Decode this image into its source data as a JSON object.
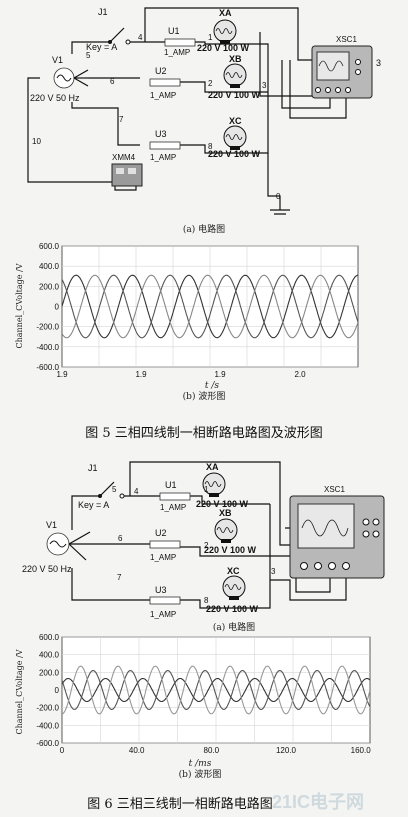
{
  "figure5": {
    "circuit": {
      "switch_label": "J1",
      "switch_key": "Key = A",
      "source_name": "V1",
      "source_rating": "220 V 50 Hz",
      "fuses": [
        "U1",
        "U2",
        "U3"
      ],
      "fuse_rating": "1_AMP",
      "lamps": [
        "XA",
        "XB",
        "XC"
      ],
      "lamp_rating": "220 V 100 W",
      "scope_name": "XSC1",
      "meter_name": "XMM4",
      "scope_pin": "3",
      "nodes": [
        "4",
        "6",
        "5",
        "1",
        "2",
        "7",
        "8",
        "3",
        "10",
        "0"
      ],
      "caption": "(a) 电路图"
    },
    "chart_data": {
      "type": "line",
      "ylabel": "Channel_CVoltage /V",
      "xlabel": "t /s",
      "yticks": [
        "600.0",
        "400.0",
        "200.0",
        "0",
        "-200.0",
        "-400.0",
        "-600.0"
      ],
      "xticks": [
        "1.9",
        "1.9",
        "1.9",
        "2.0"
      ],
      "ylim": [
        -600,
        600
      ],
      "periods": 5.25,
      "series": [
        {
          "amplitude": 310,
          "phase_deg": 0,
          "color": "#333333"
        },
        {
          "amplitude": 310,
          "phase_deg": 120,
          "color": "#555555"
        },
        {
          "amplitude": 310,
          "phase_deg": 240,
          "color": "#888888"
        }
      ],
      "caption": "(b) 波形图"
    },
    "title": "图 5   三相四线制一相断路电路图及波形图"
  },
  "figure6": {
    "circuit": {
      "switch_label": "J1",
      "switch_key": "Key = A",
      "source_name": "V1",
      "source_rating": "220 V 50 Hz",
      "fuses": [
        "U1",
        "U2",
        "U3"
      ],
      "fuse_rating": "1_AMP",
      "lamps": [
        "XA",
        "XB",
        "XC"
      ],
      "lamp_rating": "220 V 100 W",
      "scope_name": "XSC1",
      "nodes": [
        "4",
        "5",
        "1",
        "6",
        "2",
        "7",
        "8",
        "3"
      ],
      "caption": "(a) 电路图"
    },
    "chart_data": {
      "type": "line",
      "ylabel": "Channel_CVoltage /V",
      "xlabel": "t /ms",
      "yticks": [
        "600.0",
        "400.0",
        "200.0",
        "0",
        "-200.0",
        "-400.0",
        "-600.0"
      ],
      "xticks": [
        "0",
        "40.0",
        "80.0",
        "120.0",
        "160.0"
      ],
      "xlim": [
        0,
        165
      ],
      "ylim": [
        -600,
        600
      ],
      "series": [
        {
          "amplitude": 130,
          "period_ms": 20,
          "phase_deg": 30,
          "color": "#333333"
        },
        {
          "amplitude": 220,
          "period_ms": 20,
          "phase_deg": 150,
          "color": "#555555"
        },
        {
          "amplitude": 270,
          "period_ms": 20,
          "phase_deg": 270,
          "color": "#999999"
        }
      ],
      "caption": "(b) 波形图"
    },
    "title": "图 6   三相三线制一相断路电路图"
  },
  "watermark": "21IC电子网"
}
